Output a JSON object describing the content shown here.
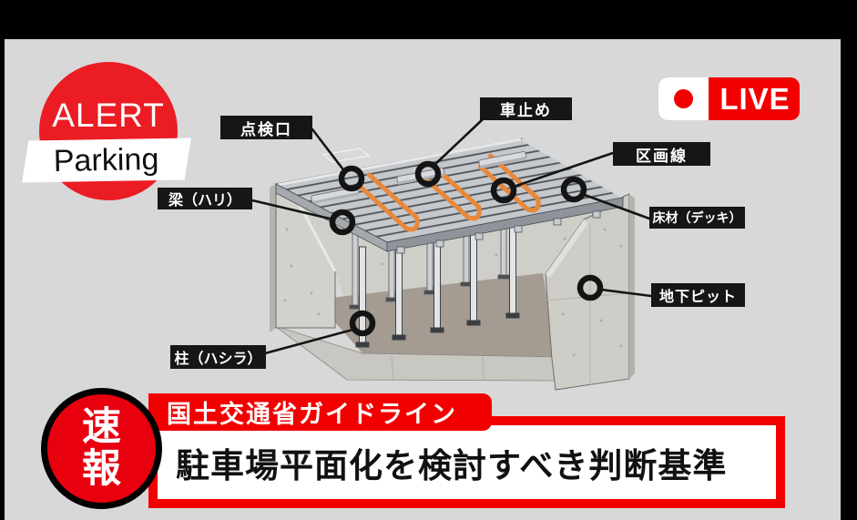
{
  "stage": {
    "bg_color": "#d8d8d8",
    "frame_color": "#000000"
  },
  "alert_badge": {
    "circle_label": "ALERT",
    "banner_label": "Parking",
    "circle_color": "#ec1c24"
  },
  "live_badge": {
    "label": "LIVE",
    "accent_color": "#f20000"
  },
  "diagram": {
    "subject": "underground-parking-pit-cutaway",
    "lane_marking_color": "#e8883a",
    "labels": [
      {
        "id": "inspection-hatch",
        "text": "点検口"
      },
      {
        "id": "wheel-stop",
        "text": "車止め"
      },
      {
        "id": "lane-marking",
        "text": "区画線"
      },
      {
        "id": "deck-material",
        "text": "床材（デッキ）"
      },
      {
        "id": "beam",
        "text": "梁（ハリ）"
      },
      {
        "id": "underground-pit",
        "text": "地下ピット"
      },
      {
        "id": "column",
        "text": "柱（ハシラ）"
      }
    ]
  },
  "breaking_news": {
    "badge_char1": "速",
    "badge_char2": "報",
    "tag": "国土交通省ガイドライン",
    "headline": "駐車場平面化を検討すべき判断基準",
    "accent_color": "#f20000"
  }
}
